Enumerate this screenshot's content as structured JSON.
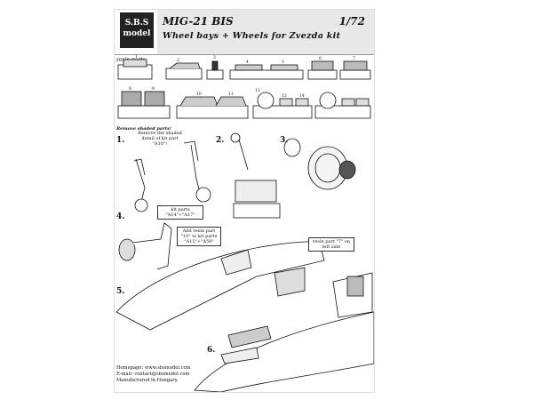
{
  "header": {
    "logo_line1": "S.B.S",
    "logo_line2": "model",
    "title": "MIG-21 BIS",
    "scale": "1/72",
    "subtitle": "Wheel bays + Wheels for Zvezda kit"
  },
  "parts": {
    "label": "resin parts",
    "numbers": [
      "1",
      "2",
      "3",
      "4",
      "5",
      "6",
      "7",
      "8",
      "9",
      "10",
      "11",
      "12",
      "13",
      "14"
    ],
    "remove_note": "Remove shaded parts!"
  },
  "steps": [
    "1.",
    "2.",
    "3.",
    "4.",
    "5.",
    "6."
  ],
  "notes": {
    "step1": "Remove the shaded detail of kit part \"A10\"!",
    "kit_parts": "kit parts \"A14\"+\"A17\"",
    "add_resin": "Add resin part \"10\" to kit parts \"A15\"+\"A59\"",
    "left_side": "resin part \"7\" on left side"
  },
  "footer": {
    "homepage": "Homepage: www.sbsmodel.com",
    "email": "E-mail: contact@sbsmodel.com",
    "made": "Manufactured in Hungary."
  },
  "colors": {
    "ink": "#111111",
    "band": "#e8e8e8",
    "logo_bg": "#222222"
  }
}
